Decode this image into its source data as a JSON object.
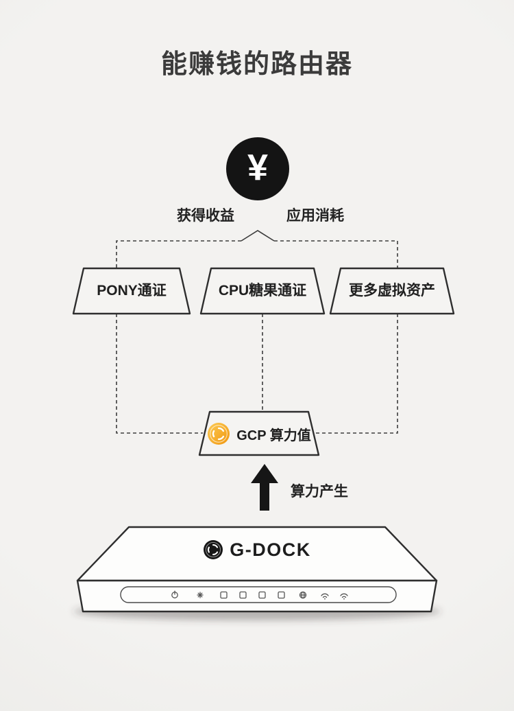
{
  "title": "能赚钱的路由器",
  "coin_circle": {
    "symbol": "¥",
    "label_left": "获得收益",
    "label_right": "应用消耗"
  },
  "tokens": [
    {
      "label": "PONY通证"
    },
    {
      "label": "CPU糖果通证"
    },
    {
      "label": "更多虚拟资产"
    }
  ],
  "gcp": {
    "label": "GCP 算力值",
    "icon": "gcp-coin-icon"
  },
  "arrow": {
    "label": "算力产生"
  },
  "router": {
    "brand": "G-DOCK",
    "logo_icon": "gdock-logo-icon",
    "panel_icons": [
      "power-icon",
      "led-icon",
      "port-1-icon",
      "port-2-icon",
      "port-3-icon",
      "port-4-icon",
      "internet-icon",
      "wifi-2g-icon",
      "wifi-5g-icon"
    ]
  },
  "colors": {
    "background": "#f0efed",
    "ink": "#2c2c2c",
    "line": "#3c3c3c",
    "coin_gold": "#f6a21a",
    "coin_gold_light": "#fccb54"
  }
}
